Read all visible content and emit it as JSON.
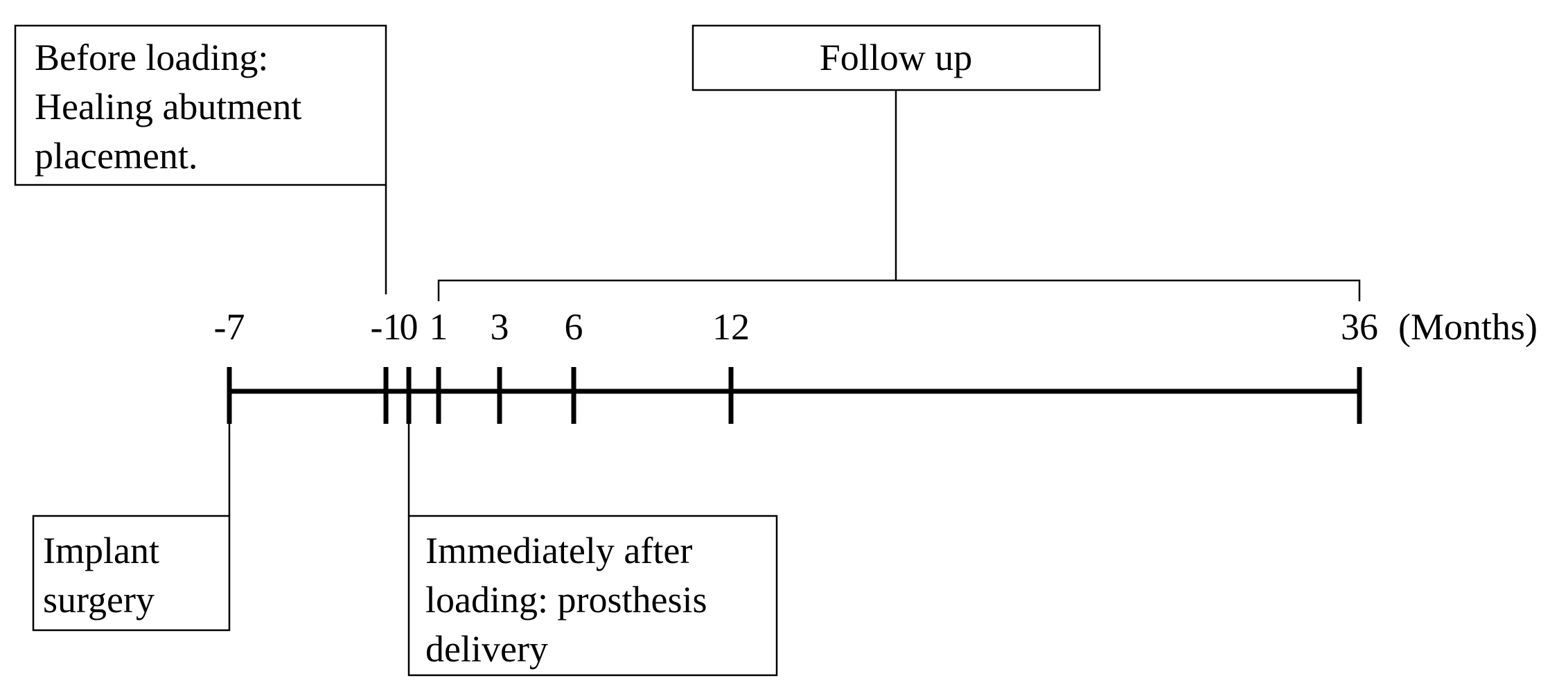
{
  "timeline": {
    "unit_label": "(Months)",
    "ticks": [
      {
        "value": -7,
        "label": "-7"
      },
      {
        "value": -1,
        "label": "-1"
      },
      {
        "value": 0,
        "label": "0"
      },
      {
        "value": 1,
        "label": "1"
      },
      {
        "value": 3,
        "label": "3"
      },
      {
        "value": 6,
        "label": "6"
      },
      {
        "value": 12,
        "label": "12"
      },
      {
        "value": 36,
        "label": "36"
      }
    ]
  },
  "boxes": {
    "before_loading": [
      "Before loading:",
      "Healing abutment",
      "placement."
    ],
    "follow_up": [
      "Follow up"
    ],
    "implant_surgery": [
      "Implant",
      "surgery"
    ],
    "after_loading": [
      "Immediately after",
      "loading: prosthesis",
      "delivery"
    ]
  }
}
